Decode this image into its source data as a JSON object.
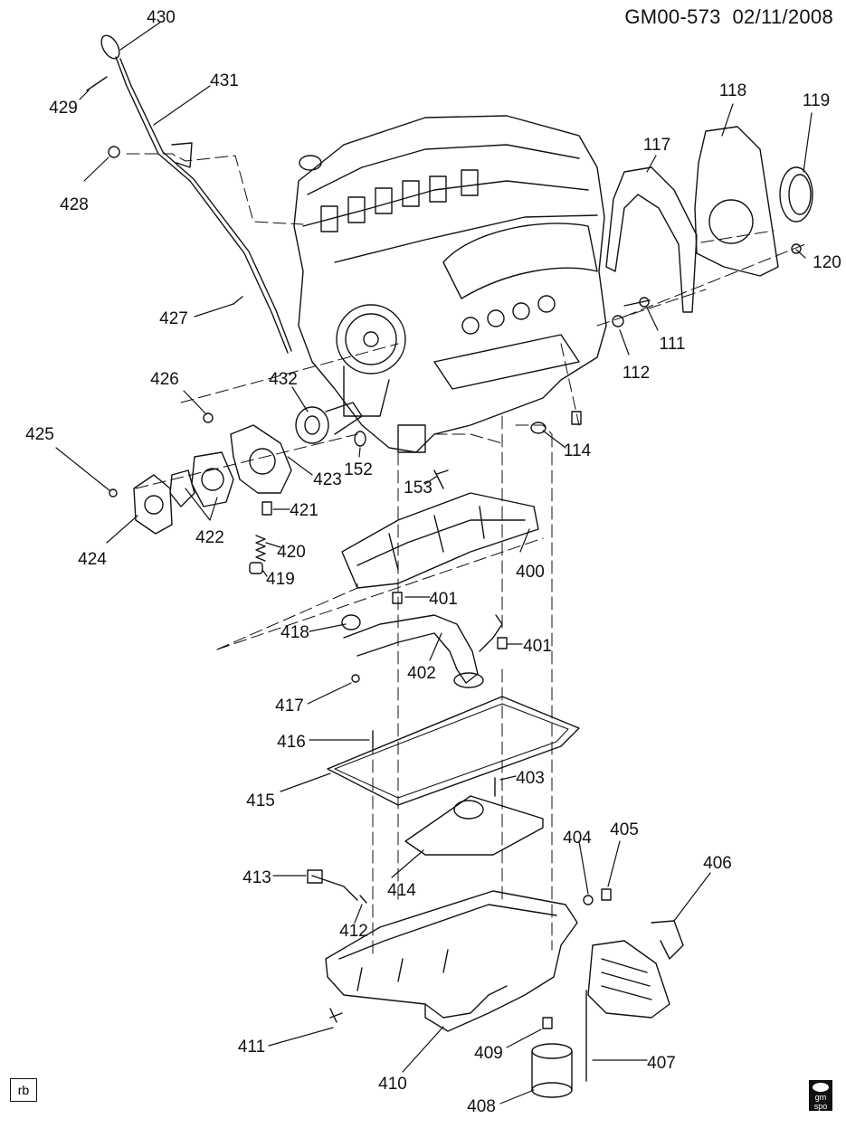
{
  "header": {
    "diagram_id": "GM00-573",
    "date": "02/11/2008"
  },
  "corner_tag": "rb",
  "logo": {
    "line1": "gm",
    "line2": "spo"
  },
  "callouts": [
    {
      "id": "430"
    },
    {
      "id": "429"
    },
    {
      "id": "431"
    },
    {
      "id": "428"
    },
    {
      "id": "427"
    },
    {
      "id": "426"
    },
    {
      "id": "432"
    },
    {
      "id": "425"
    },
    {
      "id": "424"
    },
    {
      "id": "422"
    },
    {
      "id": "423"
    },
    {
      "id": "421"
    },
    {
      "id": "420"
    },
    {
      "id": "419"
    },
    {
      "id": "152"
    },
    {
      "id": "153"
    },
    {
      "id": "118"
    },
    {
      "id": "119"
    },
    {
      "id": "117"
    },
    {
      "id": "120"
    },
    {
      "id": "111"
    },
    {
      "id": "112"
    },
    {
      "id": "114"
    },
    {
      "id": "400"
    },
    {
      "id": "401"
    },
    {
      "id": "401"
    },
    {
      "id": "418"
    },
    {
      "id": "402"
    },
    {
      "id": "417"
    },
    {
      "id": "416"
    },
    {
      "id": "415"
    },
    {
      "id": "403"
    },
    {
      "id": "414"
    },
    {
      "id": "404"
    },
    {
      "id": "405"
    },
    {
      "id": "406"
    },
    {
      "id": "413"
    },
    {
      "id": "412"
    },
    {
      "id": "411"
    },
    {
      "id": "410"
    },
    {
      "id": "409"
    },
    {
      "id": "407"
    },
    {
      "id": "408"
    }
  ]
}
